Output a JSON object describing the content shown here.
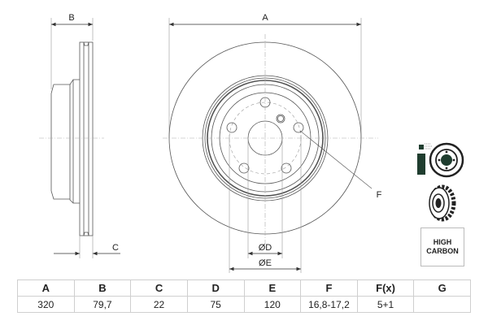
{
  "drawing": {
    "side_view_labels": {
      "b": "B",
      "c": "C"
    },
    "front_view_labels": {
      "a": "A",
      "d": "ØD",
      "e": "ØE",
      "f": "F"
    },
    "line_color": "#555555"
  },
  "badges": {
    "coating_icon": "coated-disc-icon",
    "vented_icon": "vented-disc-icon",
    "high_carbon": {
      "line1": "HIGH",
      "line2": "CARBON"
    }
  },
  "spec_table": {
    "headers": [
      "A",
      "B",
      "C",
      "D",
      "E",
      "F",
      "F(x)",
      "G"
    ],
    "values": [
      "320",
      "79,7",
      "22",
      "75",
      "120",
      "16,8-17,2",
      "5+1",
      ""
    ]
  }
}
